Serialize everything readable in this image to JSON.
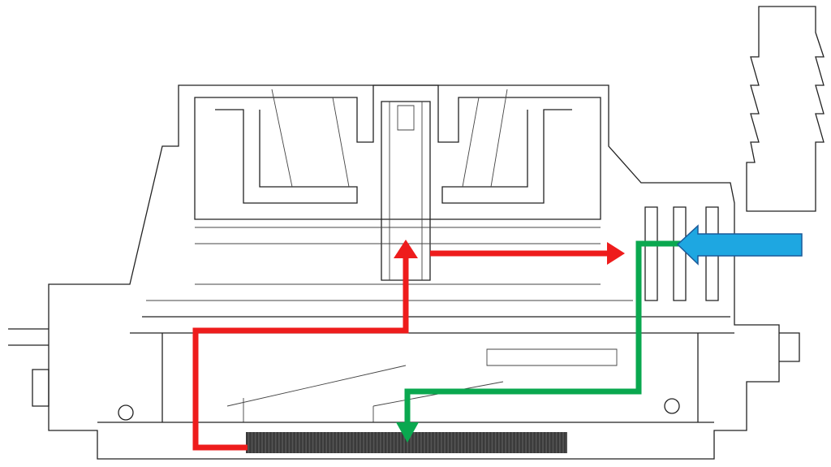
{
  "colors": {
    "hot_flow": "#ee1c1c",
    "cool_flow": "#0aa84f",
    "inlet_flow": "#1ea7e1",
    "fins": "#3a3a3a",
    "outline": "#222222"
  },
  "flows": [
    {
      "name": "inlet",
      "color_key": "inlet_flow"
    },
    {
      "name": "cool",
      "color_key": "cool_flow"
    },
    {
      "name": "hot",
      "color_key": "hot_flow"
    }
  ],
  "fin_count": 95
}
